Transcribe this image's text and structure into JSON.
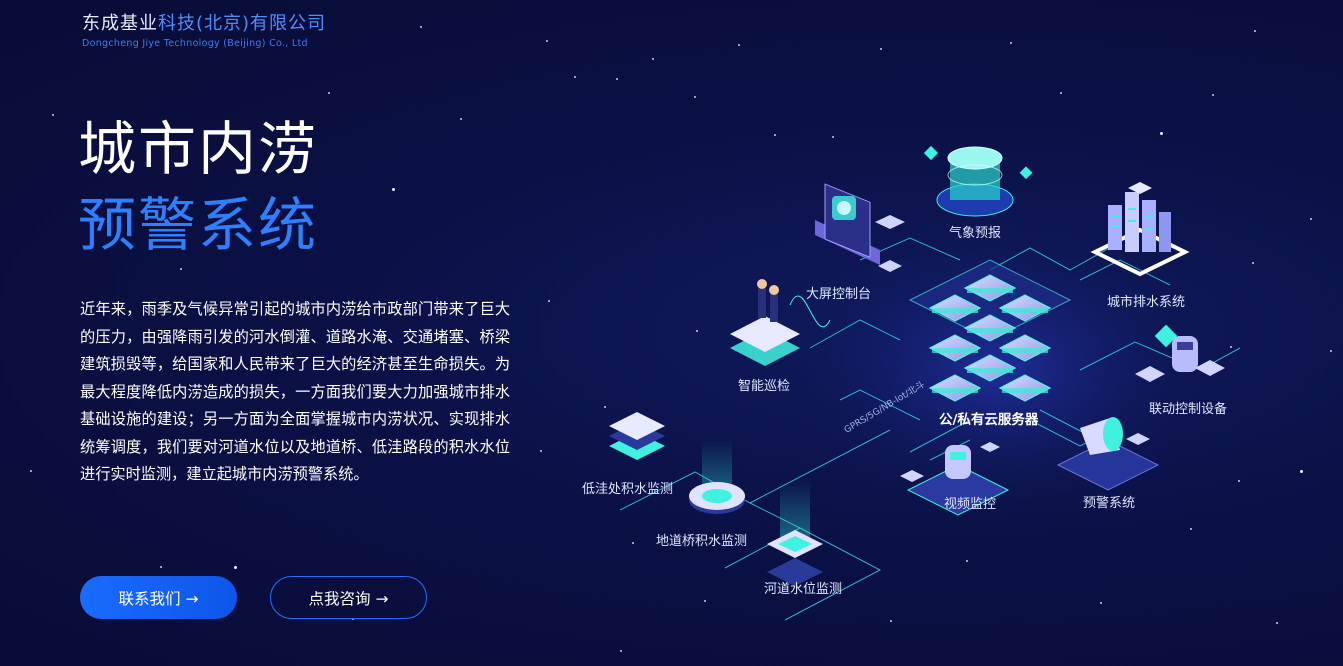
{
  "company": {
    "name_white": "东成基业",
    "name_blue": "科技(北京)有限公司",
    "name_en": "Dongcheng Jiye Technology (Beijing) Co., Ltd"
  },
  "hero": {
    "title_line1": "城市内涝",
    "title_line2": "预警系统",
    "description": "近年来，雨季及气候异常引起的城市内涝给市政部门带来了巨大的压力，由强降雨引发的河水倒灌、道路水淹、交通堵塞、桥梁建筑损毁等，给国家和人民带来了巨大的经济甚至生命损失。为最大程度降低内涝造成的损失，一方面我们要大力加强城市排水基础设施的建设；另一方面为全面掌握城市内涝状况、实现排水统筹调度，我们要对河道水位以及地道桥、低洼路段的积水水位进行实时监测，建立起城市内涝预警系统。"
  },
  "buttons": {
    "contact": "联系我们 →",
    "consult": "点我咨询 →"
  },
  "diagram": {
    "core": "公/私有云服务器",
    "protocol": "GPRS/5G/NB-Iot/北斗",
    "nodes": {
      "weather": "气象预报",
      "screen": "大屏控制台",
      "drainage": "城市排水系统",
      "patrol": "智能巡检",
      "linkage": "联动控制设备",
      "lowland": "低洼处积水监测",
      "video": "视频监控",
      "alarm": "预警系统",
      "tunnel": "地道桥积水监测",
      "river": "河道水位监测"
    }
  },
  "colors": {
    "background": "#0b1146",
    "accent_blue": "#2f80ff",
    "cyan": "#3ff2e0"
  }
}
